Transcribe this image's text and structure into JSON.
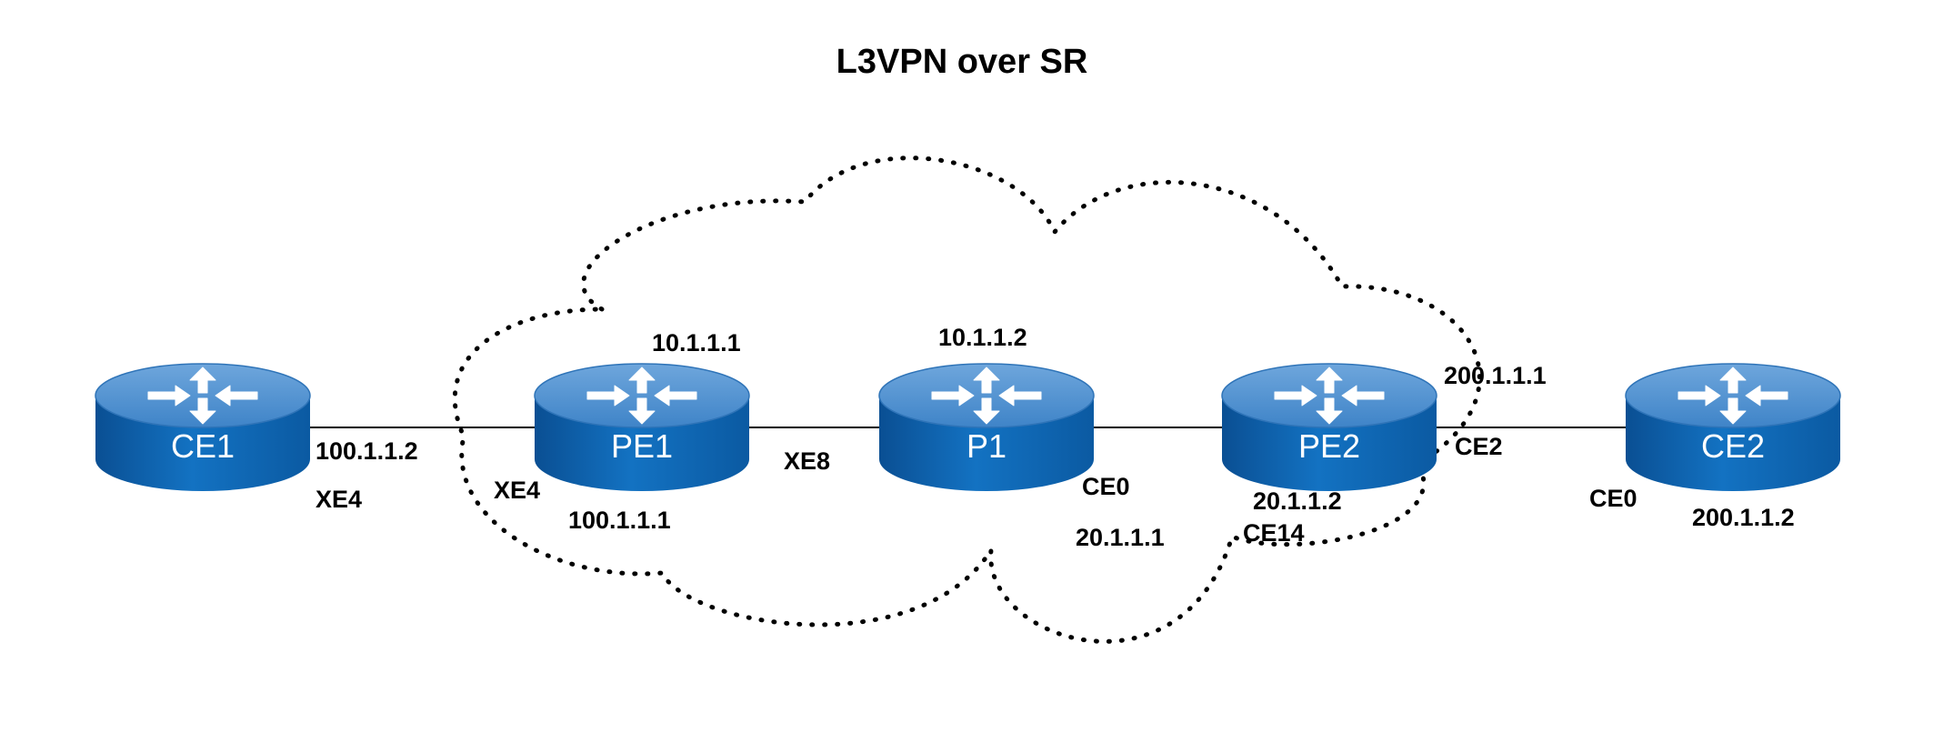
{
  "title": "L3VPN over SR",
  "routers": [
    {
      "id": "CE1",
      "label": "CE1"
    },
    {
      "id": "PE1",
      "label": "PE1"
    },
    {
      "id": "P1",
      "label": "P1"
    },
    {
      "id": "PE2",
      "label": "PE2"
    },
    {
      "id": "CE2",
      "label": "CE2"
    }
  ],
  "links": [
    {
      "from": "CE1",
      "to": "PE1"
    },
    {
      "from": "PE1",
      "to": "P1"
    },
    {
      "from": "P1",
      "to": "PE2"
    },
    {
      "from": "PE2",
      "to": "CE2"
    }
  ],
  "labels": {
    "ce1_ip": "100.1.1.2",
    "ce1_if": "XE4",
    "pe1_left_if": "XE4",
    "pe1_left_ip": "100.1.1.1",
    "pe1_loop": "10.1.1.1",
    "pe1_right_if": "XE8",
    "p1_loop": "10.1.1.2",
    "p1_right_if": "CE0",
    "p1_right_ip": "20.1.1.1",
    "pe2_left_ip": "20.1.1.2",
    "pe2_left_if": "CE14",
    "pe2_loop": "200.1.1.1",
    "pe2_right_if": "CE2",
    "ce2_if": "CE0",
    "ce2_ip": "200.1.1.2"
  },
  "colors": {
    "router_top": "#4f8fd0",
    "router_side": "#0e61ad",
    "router_text": "#ffffff",
    "line": "#000000"
  }
}
